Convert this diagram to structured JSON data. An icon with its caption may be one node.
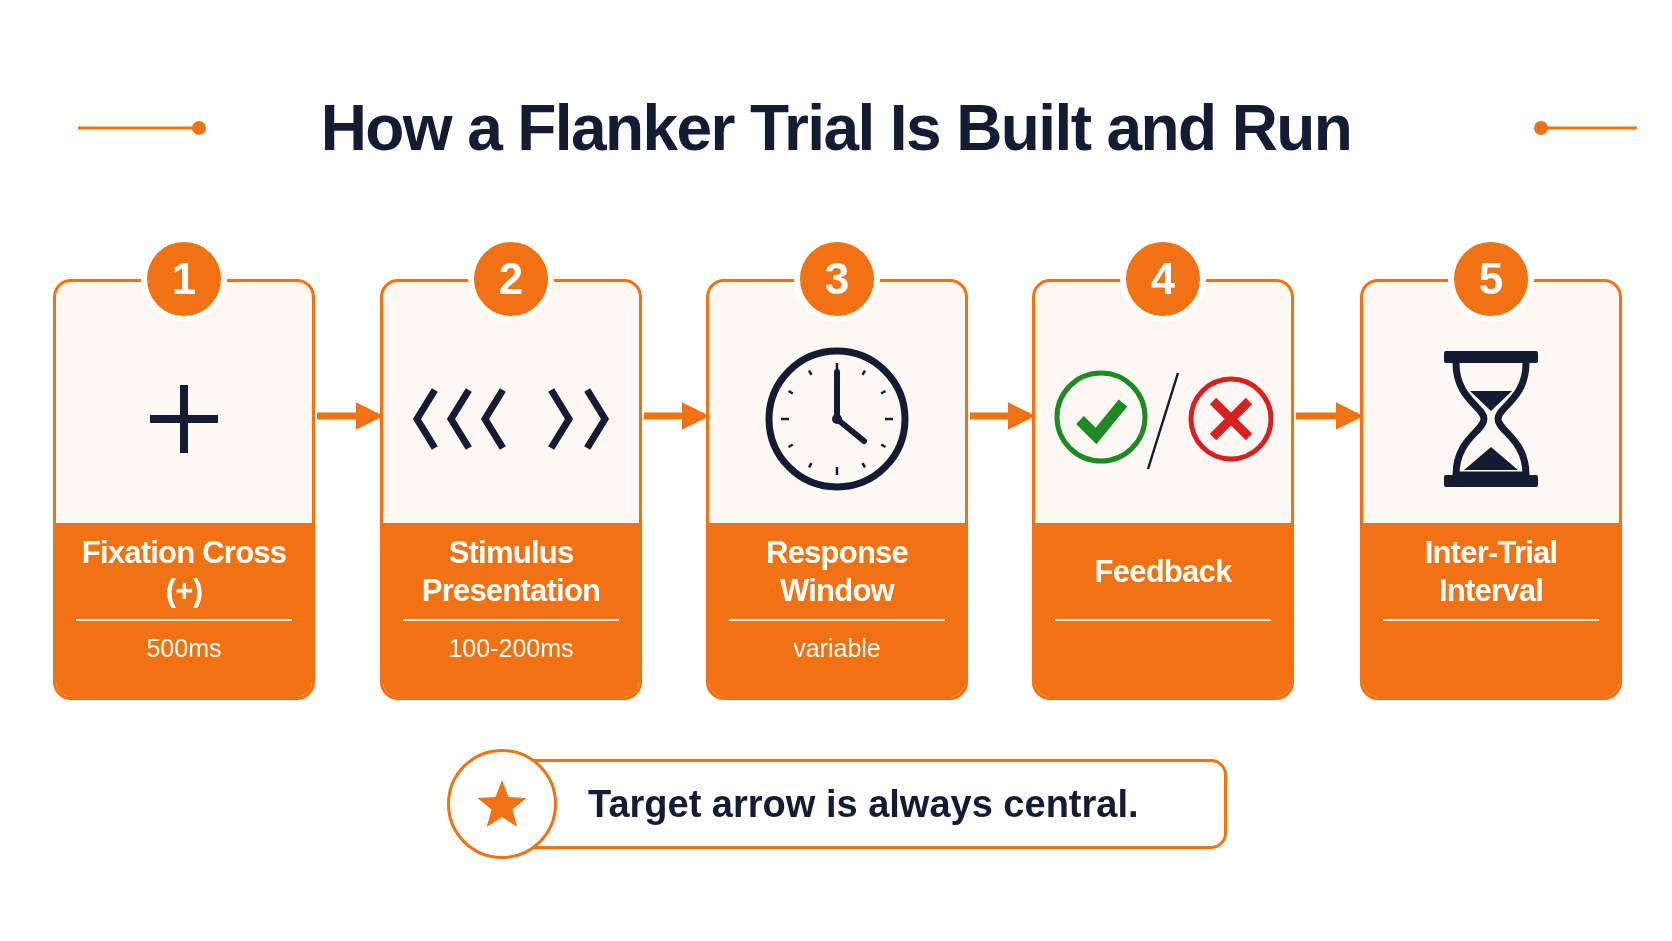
{
  "diagram": {
    "title": "How a Flanker Trial Is Built and Run",
    "nodes": [
      {
        "text": [
          "1",
          "Fixation Cross (+)",
          "500ms"
        ]
      },
      {
        "text": [
          "2",
          "Stimulus Presentation",
          "100-200ms"
        ]
      },
      {
        "text": [
          "3",
          "Response Window",
          "variable"
        ]
      },
      {
        "text": [
          "4",
          "Feedback"
        ]
      },
      {
        "text": [
          "5",
          "Inter-Trial Interval"
        ]
      },
      {
        "text": [
          "Target arrow is always central."
        ]
      }
    ],
    "edges": [
      {
        "from": 0,
        "to": 1,
        "arrow": "to"
      },
      {
        "from": 1,
        "to": 2,
        "arrow": "to"
      },
      {
        "from": 2,
        "to": 3,
        "arrow": "to"
      },
      {
        "from": 3,
        "to": 4,
        "arrow": "to"
      }
    ]
  }
}
